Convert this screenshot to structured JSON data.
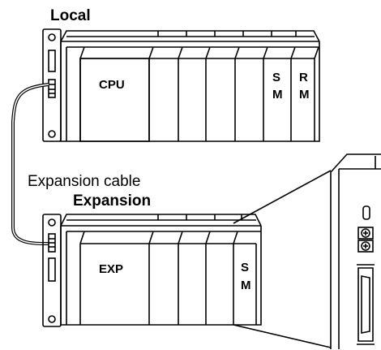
{
  "labels": {
    "local_title": "Local",
    "expansion_title": "Expansion",
    "cable_caption": "Expansion cable"
  },
  "local_base": {
    "slots": [
      {
        "line1": "CPU",
        "line2": ""
      },
      {
        "line1": "",
        "line2": ""
      },
      {
        "line1": "",
        "line2": ""
      },
      {
        "line1": "",
        "line2": ""
      },
      {
        "line1": "",
        "line2": ""
      },
      {
        "line1": "S",
        "line2": "M"
      },
      {
        "line1": "R",
        "line2": "M"
      }
    ]
  },
  "expansion_base": {
    "slots": [
      {
        "line1": "EXP",
        "line2": ""
      },
      {
        "line1": "",
        "line2": ""
      },
      {
        "line1": "",
        "line2": ""
      },
      {
        "line1": "",
        "line2": ""
      },
      {
        "line1": "S",
        "line2": "M"
      }
    ]
  },
  "colors": {
    "line": "#000000",
    "background": "#ffffff"
  }
}
